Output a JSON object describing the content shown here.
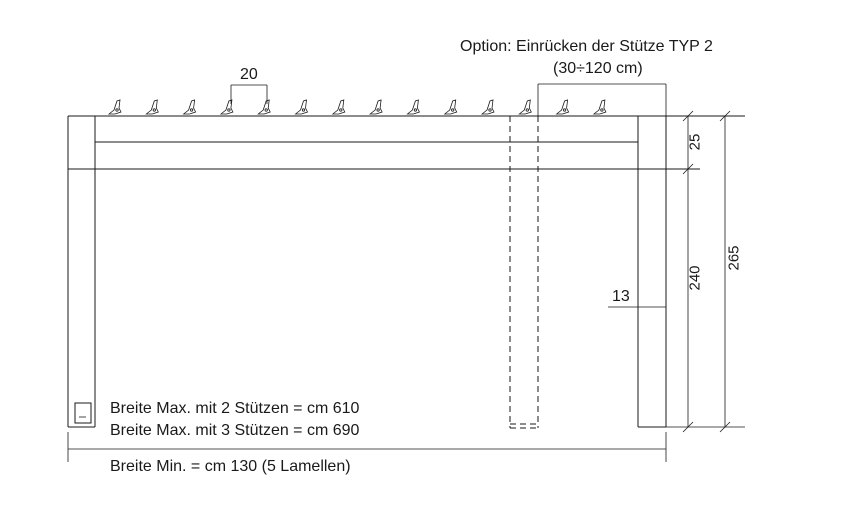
{
  "option": {
    "title": "Option: Einrücken der Stütze TYP 2",
    "range": "(30÷120 cm)"
  },
  "dimensions": {
    "lamella_spacing": "20",
    "beam_height": "25",
    "post_clear_height": "240",
    "total_height": "265",
    "post_width": "13"
  },
  "notes": {
    "max_two_posts": "Breite Max. mit 2 Stützen = cm 610",
    "max_three_posts": "Breite Max. mit 3 Stützen = cm 690",
    "min_width": "Breite Min. = cm 130 (5 Lamellen)"
  },
  "lamella_count": 14
}
